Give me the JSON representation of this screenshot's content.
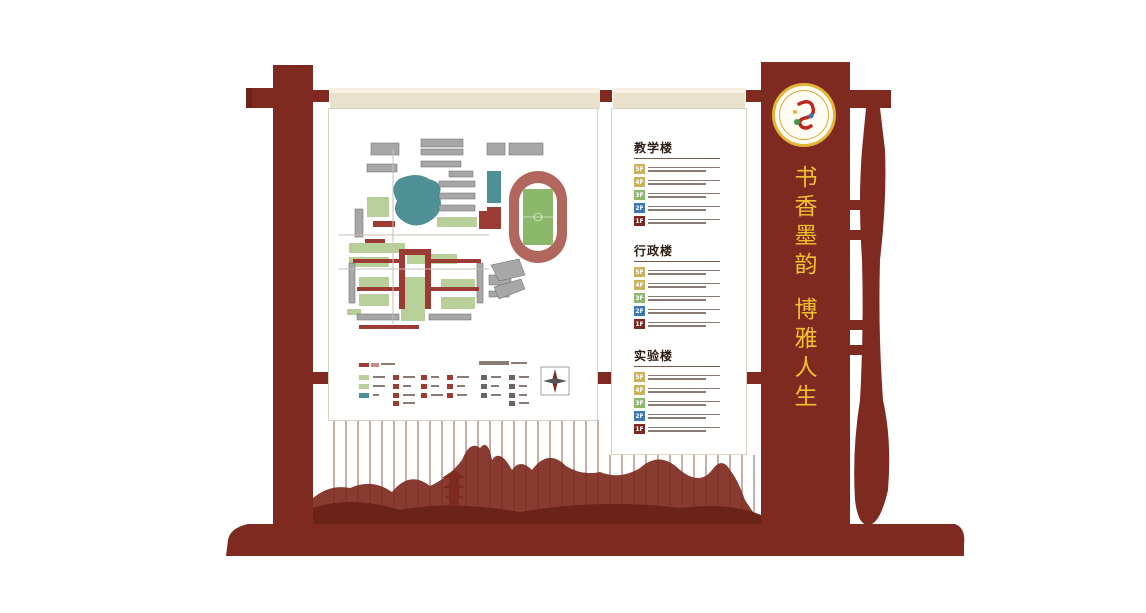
{
  "sign": {
    "slogan_line1": "书香墨韵",
    "slogan_line2": "博雅人生",
    "logo_name": "school-emblem"
  },
  "directory": {
    "sections": [
      {
        "title": "教学楼",
        "floors": [
          "5F",
          "4F",
          "3F",
          "2F",
          "1F"
        ]
      },
      {
        "title": "行政楼",
        "floors": [
          "5F",
          "4F",
          "3F",
          "2F",
          "1F"
        ]
      },
      {
        "title": "实验楼",
        "floors": [
          "5F",
          "4F",
          "3F",
          "2F",
          "1F"
        ]
      }
    ]
  },
  "colors": {
    "frame": "#7e2a20",
    "gold": "#f0c030",
    "floor_5": "#c9b25a",
    "floor_4": "#c9b25a",
    "floor_3": "#8bb86a",
    "floor_2": "#3a77b5",
    "floor_1": "#7e2a20",
    "map_green": "#b8cf9a",
    "map_building": "#a7a7a7",
    "map_red": "#9c3b33",
    "map_water": "#4f8f96"
  }
}
